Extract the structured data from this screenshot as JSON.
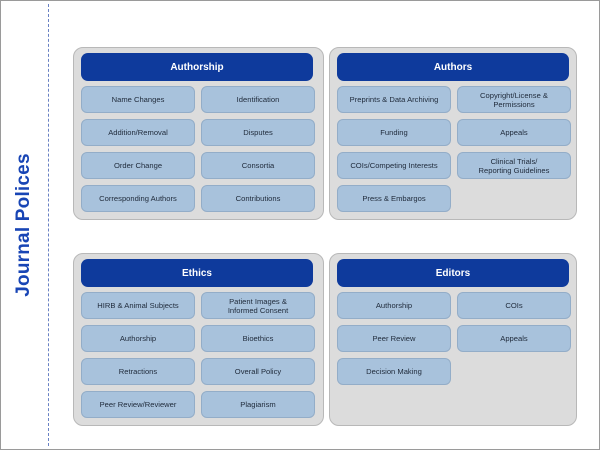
{
  "page_title": "Journal Polices",
  "colors": {
    "header_bg": "#0e3a9c",
    "item_bg": "#a8c2dc",
    "panel_bg": "#dcdcdc",
    "title_color": "#1845b5"
  },
  "panels": [
    {
      "header": "Authorship",
      "items": [
        "Name Changes",
        "Identification",
        "Addition/Removal",
        "Disputes",
        "Order Change",
        "Consortia",
        "Corresponding Authors",
        "Contributions"
      ]
    },
    {
      "header": "Authors",
      "items": [
        "Preprints & Data Archiving",
        "Copyright/License & Permissions",
        "Funding",
        "Appeals",
        "COIs/Competing Interests",
        "Clinical Trials/\nReporting Guidelines",
        "Press & Embargos"
      ]
    },
    {
      "header": "Ethics",
      "items": [
        "HIRB & Animal Subjects",
        "Patient Images &\nInformed Consent",
        "Authorship",
        "Bioethics",
        "Retractions",
        "Overall Policy",
        "Peer Review/Reviewer",
        "Plagiarism"
      ]
    },
    {
      "header": "Editors",
      "items": [
        "Authorship",
        "COIs",
        "Peer Review",
        "Appeals",
        "Decision Making"
      ]
    }
  ]
}
